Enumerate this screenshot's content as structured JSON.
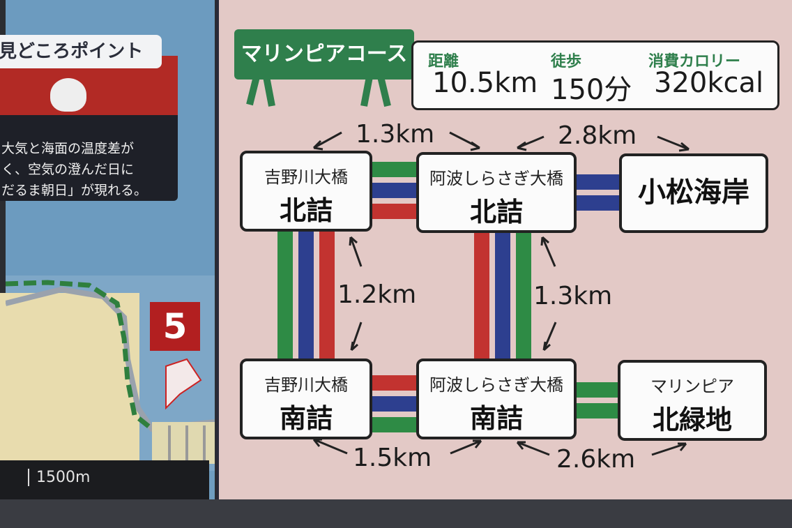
{
  "left_panel": {
    "header": "見どころポイント",
    "description_lines": [
      "大気と海面の温度差が",
      "く、空気の澄んだ日に",
      "だるま朝日」が現れる。"
    ],
    "marker_number": "5",
    "scale_label": "1500m"
  },
  "course": {
    "name": "マリンピアコース",
    "stats": [
      {
        "label": "距離",
        "value": "10.5km"
      },
      {
        "label": "徒歩",
        "value": "150分"
      },
      {
        "label": "消費カロリー",
        "value": "320kcal"
      }
    ]
  },
  "stations": {
    "yoshino_north": {
      "sub": "吉野川大橋",
      "main": "北詰"
    },
    "awa_north": {
      "sub": "阿波しらさぎ大橋",
      "main": "北詰"
    },
    "komatsu": {
      "main": "小松海岸"
    },
    "yoshino_south": {
      "sub": "吉野川大橋",
      "main": "南詰"
    },
    "awa_south": {
      "sub": "阿波しらさぎ大橋",
      "main": "南詰"
    },
    "marinpia": {
      "sub": "マリンピア",
      "main": "北緑地"
    }
  },
  "distances": {
    "top_left": "1.3km",
    "top_right": "2.8km",
    "mid_left": "1.2km",
    "mid_right": "1.3km",
    "bottom_left": "1.5km",
    "bottom_right": "2.6km"
  },
  "route_colors": {
    "green": "#2e8b45",
    "blue": "#2d3f8f",
    "red": "#c23330"
  }
}
